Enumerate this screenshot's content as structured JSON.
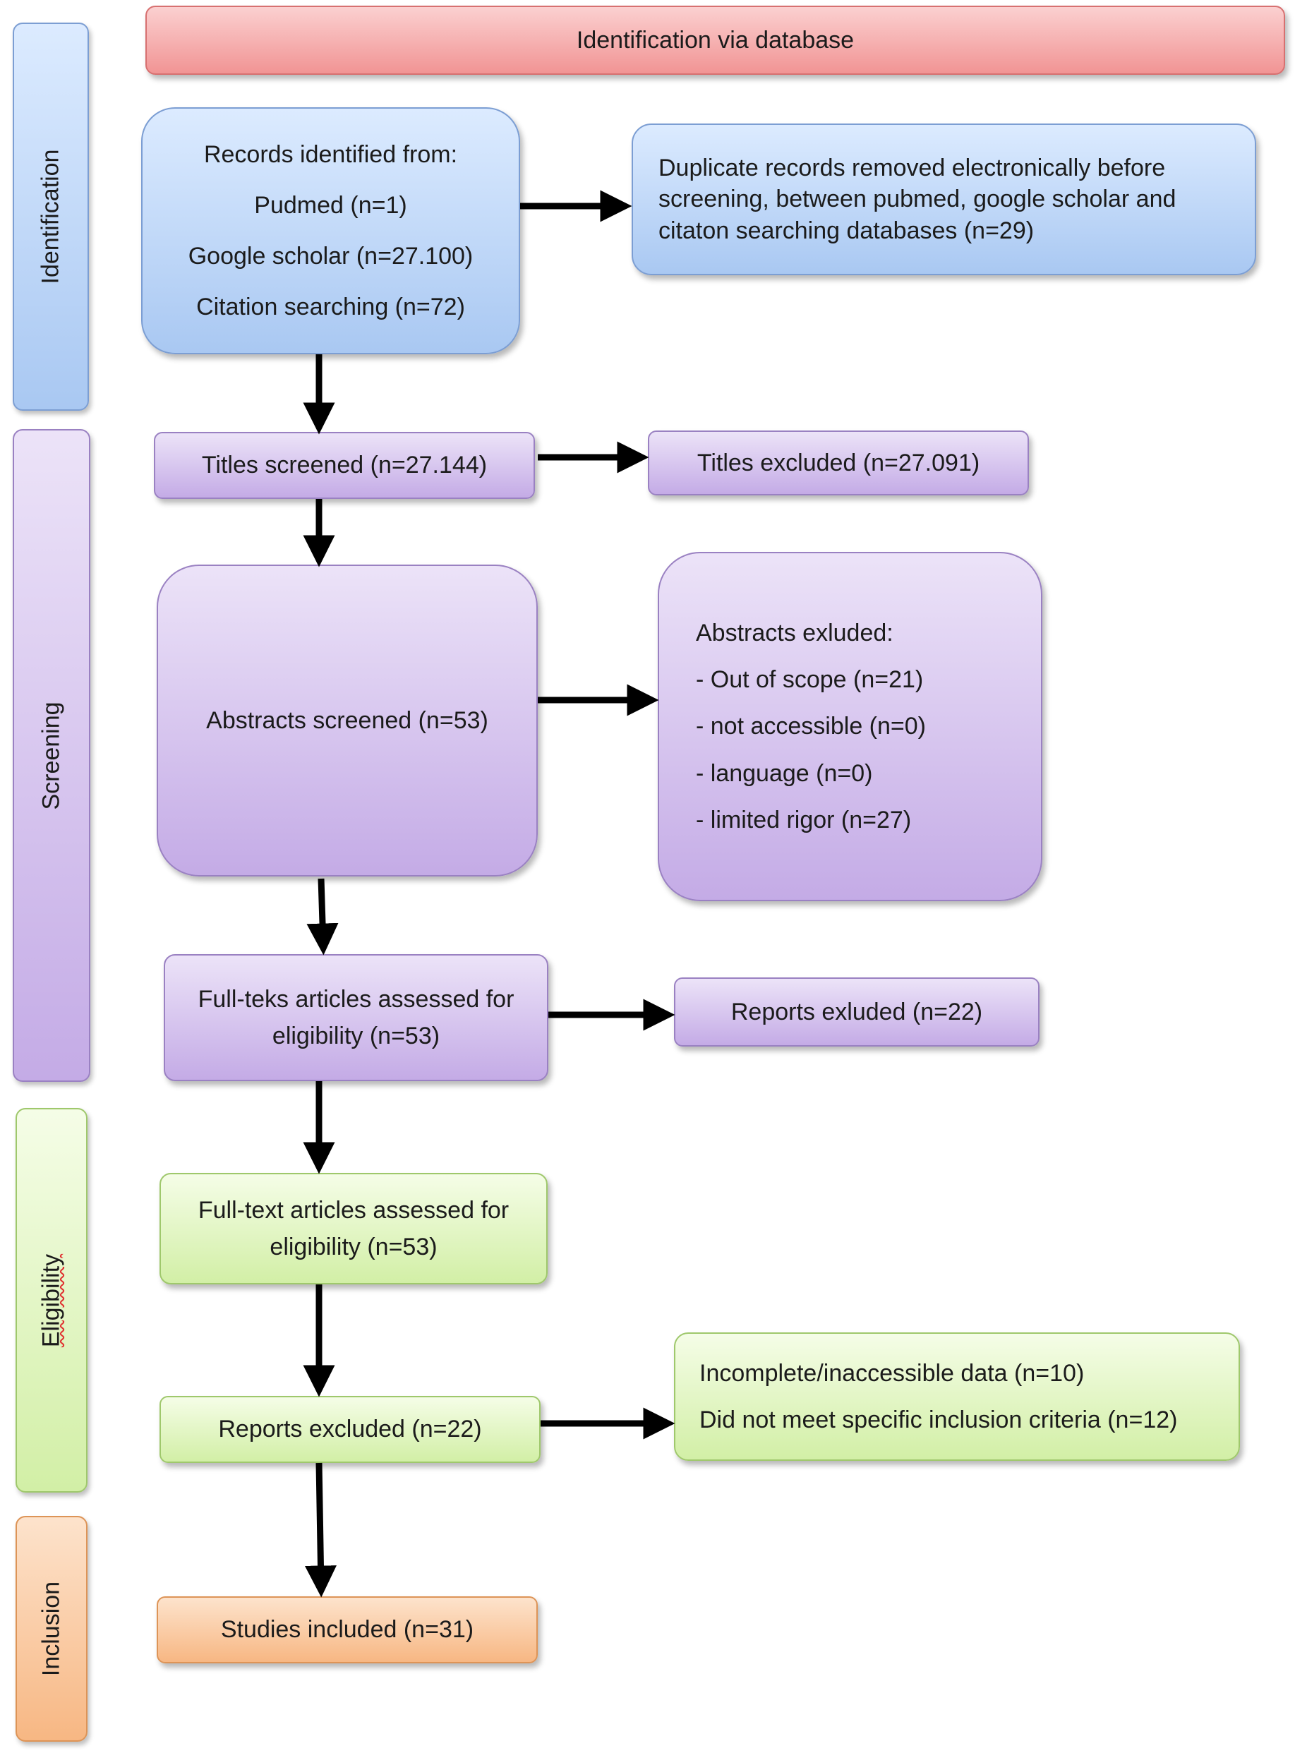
{
  "header": {
    "title": "Identification via database"
  },
  "phases": {
    "identification": "Identification",
    "screening": "Screening",
    "eligibility": "Eligibility",
    "inclusion": "Inclusion"
  },
  "records": {
    "title": "Records identified from:",
    "pubmed": "Pudmed (n=1)",
    "scholar": "Google scholar (n=27.100)",
    "citation": "Citation searching (n=72)"
  },
  "duplicates": {
    "line1": "Duplicate records removed electronically before",
    "line2": "screening, between pubmed, google scholar and",
    "line3": "citaton searching databases (n=29)"
  },
  "titles_screened": "Titles screened (n=27.144)",
  "titles_excluded": "Titles excluded (n=27.091)",
  "abstracts_screened": "Abstracts screened (n=53)",
  "abstracts_excluded": {
    "title": "Abstracts exluded:",
    "items": [
      "- Out of scope (n=21)",
      "- not accessible (n=0)",
      "- language (n=0)",
      "- limited rigor (n=27)"
    ]
  },
  "fullteks": {
    "line1": "Full-teks articles assessed for",
    "line2": "eligibility (n=53)"
  },
  "reports_excluded_1": "Reports exluded (n=22)",
  "fulltext": {
    "line1": "Full-text articles assessed for",
    "line2": "eligibility (n=53)"
  },
  "reports_excluded_2": "Reports excluded (n=22)",
  "excluded_reasons": {
    "line1": "Incomplete/inaccessible data (n=10)",
    "line2": "Did not meet specific inclusion criteria (n=12)"
  },
  "studies_included": "Studies included (n=31)",
  "colors": {
    "identification": "#a9c8f2",
    "screening": "#c4abe6",
    "eligibility": "#d2efa6",
    "inclusion": "#f7b783",
    "header": "#f19494"
  }
}
